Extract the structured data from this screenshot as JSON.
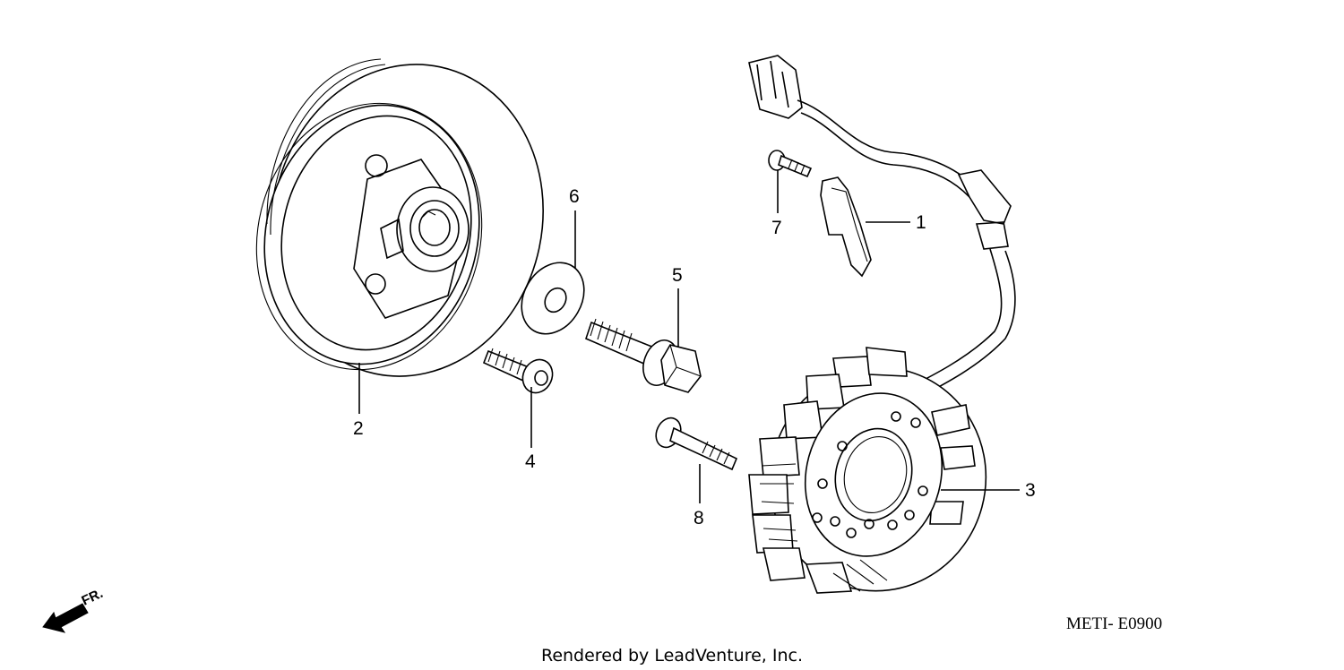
{
  "callouts": {
    "c1": "1",
    "c2": "2",
    "c3": "3",
    "c4": "4",
    "c5": "5",
    "c6": "6",
    "c7": "7",
    "c8": "8"
  },
  "direction_label": "FR.",
  "diagram_code": "METI- E0900",
  "credit": "Rendered by LeadVenture, Inc."
}
